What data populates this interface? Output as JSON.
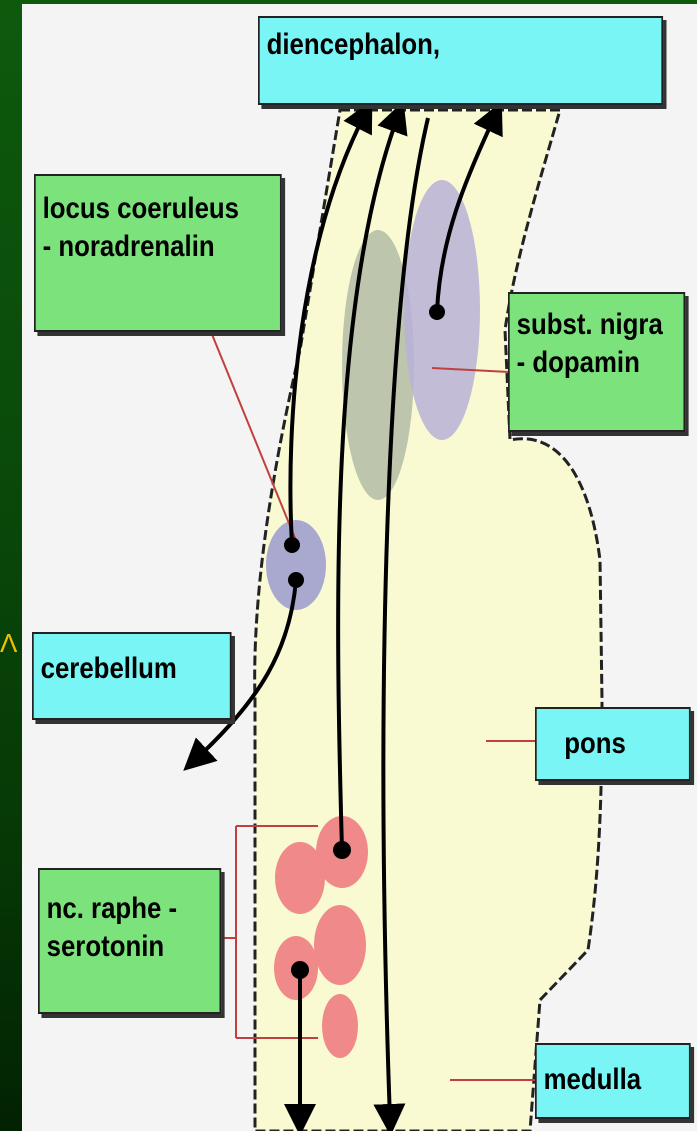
{
  "labels": {
    "diencephalon": {
      "line1": "diencephalon,",
      "color": "#7af5f5"
    },
    "locus_coeruleus": {
      "line1": "locus coeruleus",
      "line2": "- noradrenalin",
      "color": "#7ce37c"
    },
    "substantia_nigra": {
      "line1": "subst. nigra",
      "line2": "- dopamin",
      "color": "#7ce37c"
    },
    "cerebellum": {
      "line1": "cerebellum",
      "color": "#7af5f5"
    },
    "pons": {
      "line1": "pons",
      "color": "#7af5f5"
    },
    "raphe": {
      "line1": "nc. raphe -",
      "line2": "serotonin",
      "color": "#7ce37c"
    },
    "medulla": {
      "line1": "medulla",
      "color": "#7af5f5"
    }
  },
  "colors": {
    "slide_background": "#0a4a0a",
    "brainstem_fill": "#fafad2",
    "nigra_fill": "#b8b0d8",
    "coeruleus_fill": "#9a9ad0",
    "raphe_fill": "#f08a8a",
    "leader_line": "#c04040"
  }
}
